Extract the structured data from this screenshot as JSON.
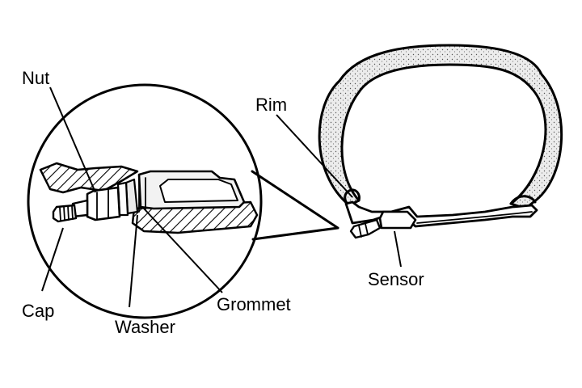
{
  "labels": {
    "nut": "Nut",
    "cap": "Cap",
    "washer": "Washer",
    "grommet": "Grommet",
    "rim": "Rim",
    "sensor": "Sensor"
  },
  "colors": {
    "ink": "#000000",
    "rubber_fill": "#e9e9e9",
    "metal_fill": "#f2f2f2",
    "background": "#ffffff"
  }
}
